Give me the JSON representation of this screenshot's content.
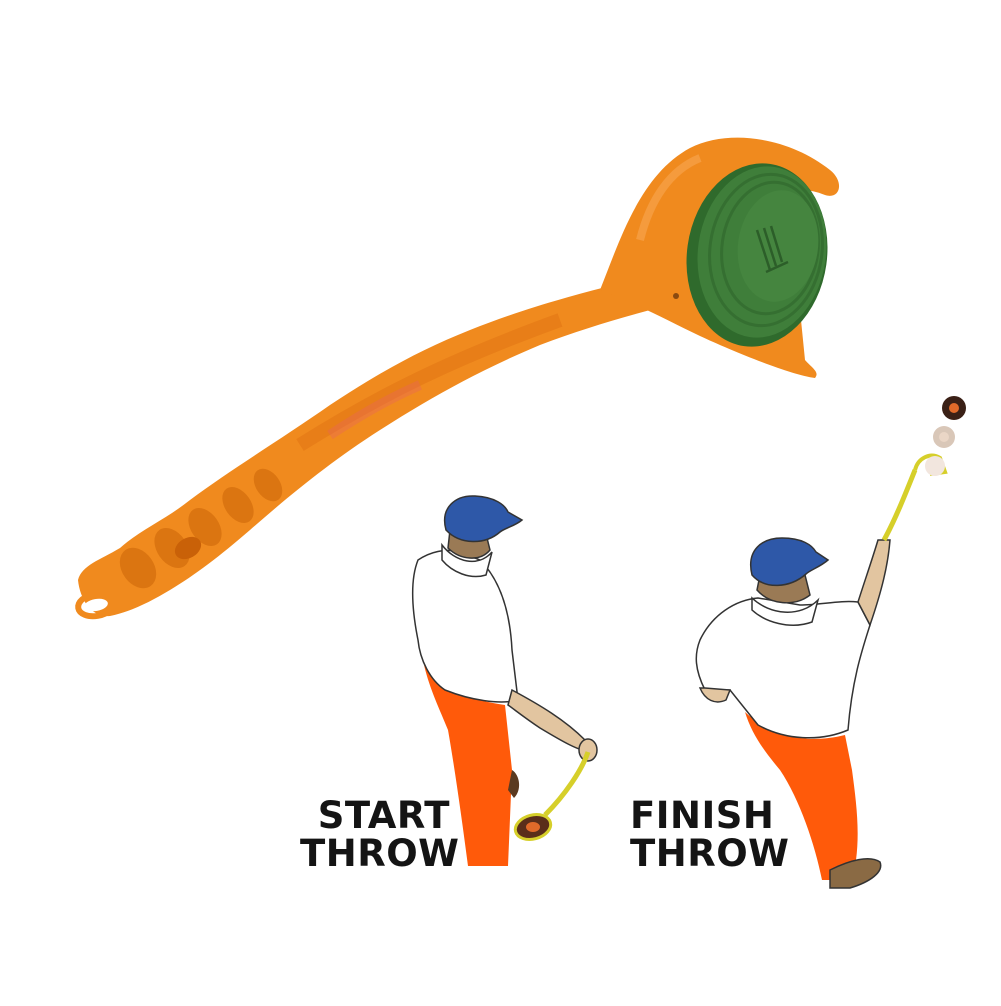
{
  "product": {
    "name": "clay target hand thrower",
    "colors": {
      "thrower_orange": "#F08A1E",
      "thrower_orange_shadow": "#D86E0E",
      "clay_green": "#3F7E3A",
      "clay_green_dark": "#2F6A2C",
      "background": "#FFFFFF"
    }
  },
  "figures": {
    "colors": {
      "cap_blue": "#2E58A8",
      "shirt": "#FFFFFF",
      "pants_orange": "#FF5A0A",
      "skin": "#E2C5A0",
      "hair": "#9A7A55",
      "shoe": "#8A6A44",
      "thrower_yellow": "#D6CF2A",
      "clay_brown": "#5A2E1A",
      "clay_center": "#E06A2A",
      "outline": "#333333"
    },
    "start": {
      "caption_line1": "START",
      "caption_line2": "THROW"
    },
    "finish": {
      "caption_line1": "FINISH",
      "caption_line2": "THROW"
    }
  }
}
